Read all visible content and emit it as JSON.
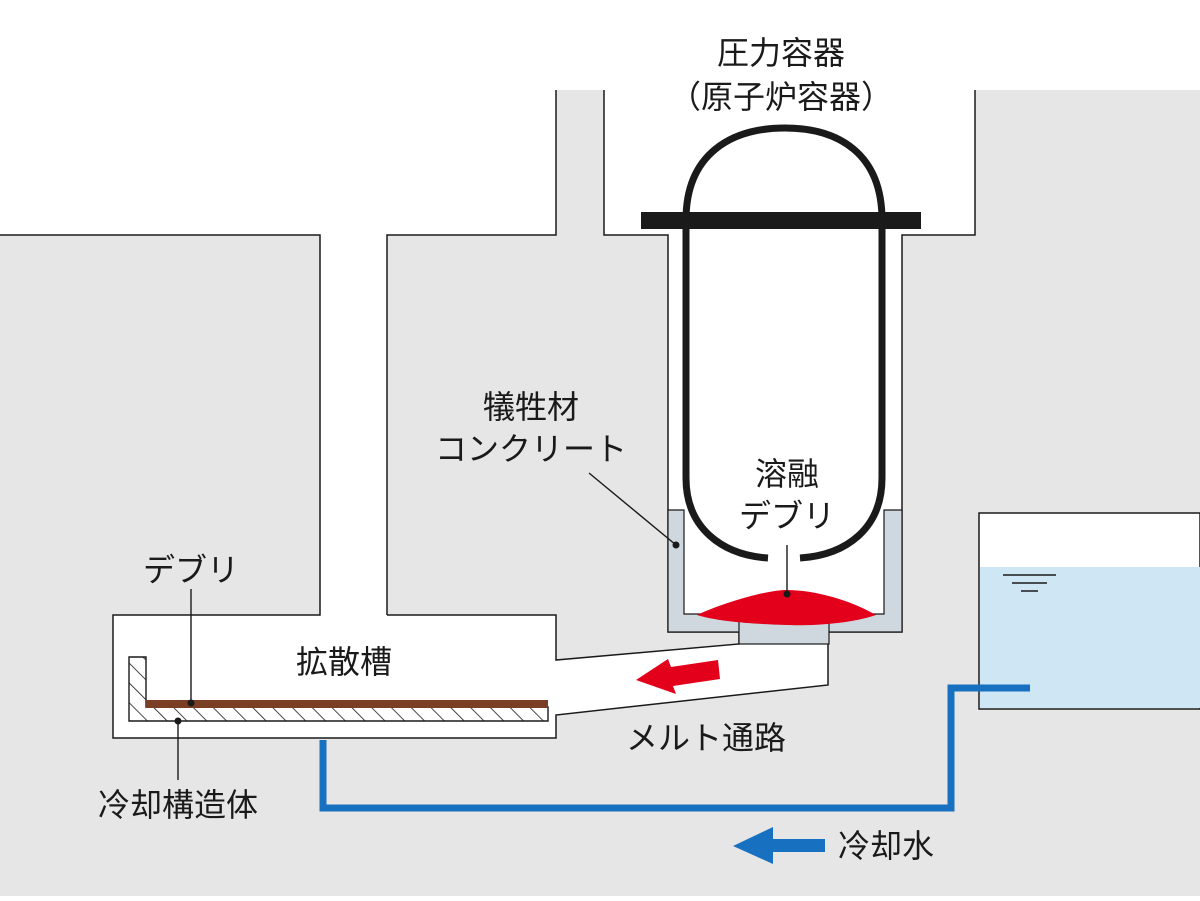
{
  "labels": {
    "pressure_vessel_line1": "圧力容器",
    "pressure_vessel_line2": "（原子炉容器）",
    "sacrificial_line1": "犠牲材",
    "sacrificial_line2": "コンクリート",
    "molten_line1": "溶融",
    "molten_line2": "デブリ",
    "debris": "デブリ",
    "spreading_tank": "拡散槽",
    "melt_channel": "メルト通路",
    "cooling_structure": "冷却構造体",
    "cooling_water": "冷却水"
  },
  "colors": {
    "background": "#ffffff",
    "building_gray": "#e6e6e6",
    "concrete_lining": "#cfd8df",
    "vessel_outline": "#1a1a1a",
    "molten_debris": "#e3001b",
    "melt_flow_arrow": "#e3001b",
    "debris_layer": "#7a3e25",
    "cooling_water": "#cfe6f5",
    "cooling_pipe": "#1870c0"
  }
}
